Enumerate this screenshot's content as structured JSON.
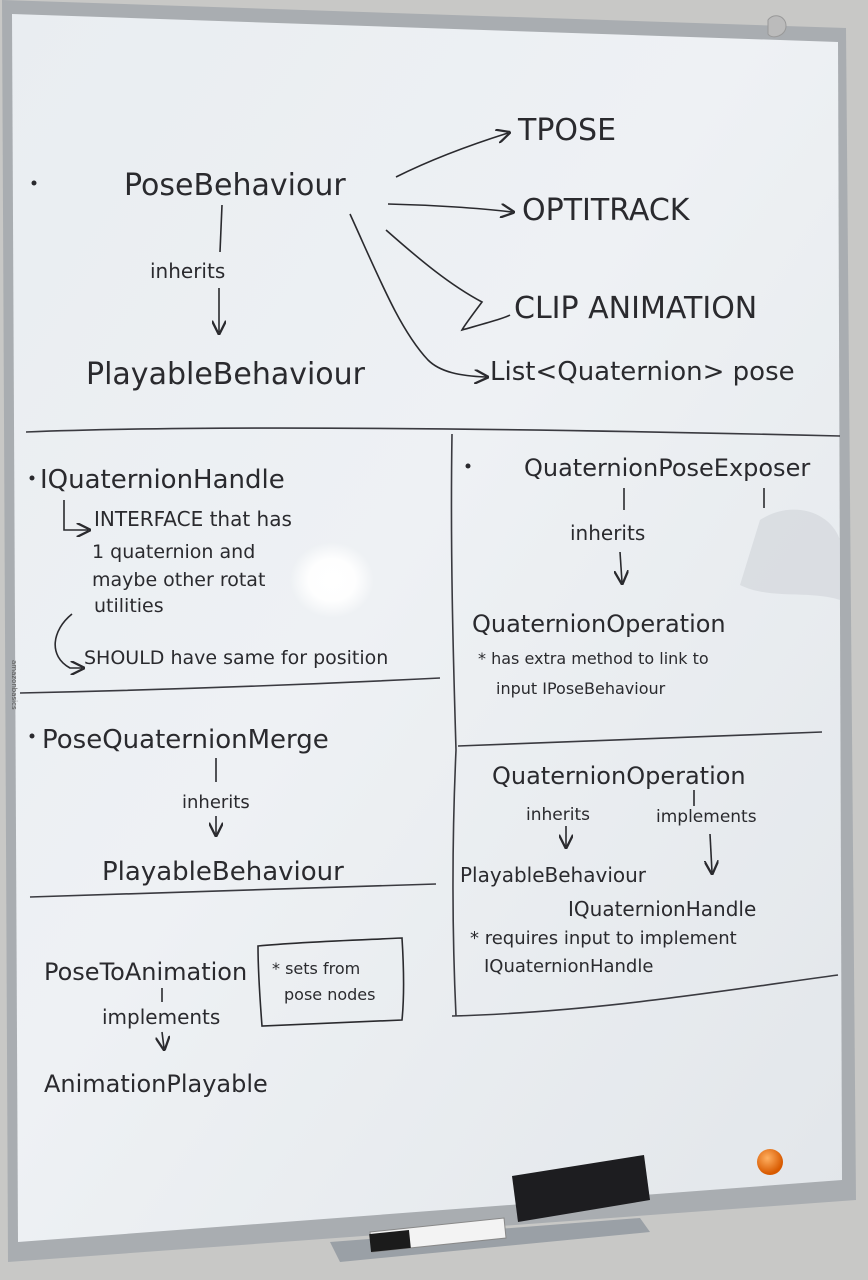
{
  "top": {
    "source": "PoseBehaviour",
    "inherits_label": "inherits",
    "parent": "PlayableBehaviour",
    "targets": [
      "TPOSE",
      "OPTITRACK",
      "CLIP ANIMATION",
      "List<Quaternion> pose"
    ]
  },
  "iquaternion": {
    "title": "IQuaternionHandle",
    "notes": [
      "INTERFACE that has",
      "1 quaternion and",
      "maybe other rotat",
      "utilities",
      "SHOULD have same for position"
    ]
  },
  "exposer": {
    "title": "QuaternionPoseExposer",
    "inherits_label": "inherits",
    "child": "QuaternionOperation",
    "notes": [
      "* has extra method to link to",
      "input IPoseBehaviour"
    ]
  },
  "merge": {
    "title": "PoseQuaternionMerge",
    "inherits_label": "inherits",
    "parent": "PlayableBehaviour"
  },
  "operation": {
    "title": "QuaternionOperation",
    "inherits_label": "inherits",
    "implements_label": "implements",
    "inherits_target": "PlayableBehaviour",
    "implements_target": "IQuaternionHandle",
    "notes": [
      "* requires input to implement",
      "IQuaternionHandle"
    ]
  },
  "to_animation": {
    "title": "PoseToAnimation",
    "implements_label": "implements",
    "target": "AnimationPlayable",
    "box_note": [
      "* sets from",
      "pose nodes"
    ]
  },
  "frame_label": "amazonbasics"
}
